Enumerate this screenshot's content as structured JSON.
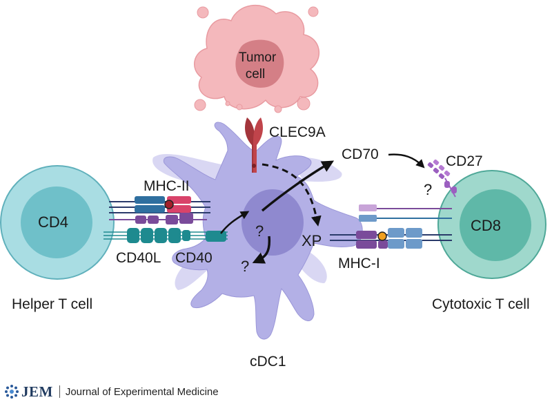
{
  "labels": {
    "tumor": "Tumor\ncell",
    "tumor_line1": "Tumor",
    "tumor_line2": "cell",
    "clec9a": "CLEC9A",
    "cd70": "CD70",
    "cd27": "CD27",
    "mhc_ii": "MHC-II",
    "cd4": "CD4",
    "cd8": "CD8",
    "cd40l": "CD40L",
    "cd40": "CD40",
    "xp": "XP",
    "mhc_i": "MHC-I",
    "helper": "Helper T cell",
    "cytotoxic": "Cytotoxic T cell",
    "cdc1": "cDC1",
    "question": "?"
  },
  "footer": {
    "journal_abbrev": "JEM",
    "journal_name": "Journal of Experimental Medicine"
  },
  "colors": {
    "tumor_outer": "#f4b8bc",
    "tumor_inner": "#d47f86",
    "dc_body": "#b3b0e6",
    "dc_nucleus": "#8f89cf",
    "dc_shadow": "#d9d7f3",
    "helper_outer": "#a9dde3",
    "helper_inner": "#6fc0c9",
    "cyto_outer": "#9fd8cc",
    "cyto_inner": "#5fb8a8",
    "clec9a": "#a3353b",
    "mhc_ii_blue": "#2f6f9f",
    "mhc_ii_pink": "#d9436a",
    "cd40": "#1e8a8f",
    "mhc_i_purple": "#7a4b9a",
    "mhc_i_blue": "#6d9ac9",
    "cd27": "#9b5fc0"
  }
}
